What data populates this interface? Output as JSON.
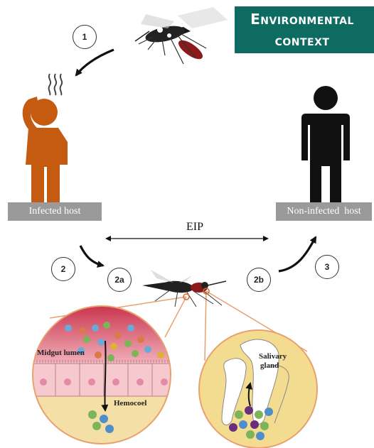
{
  "banner": {
    "line1": "Environmental",
    "line2": "context"
  },
  "steps": {
    "s1": "1",
    "s2": "2",
    "s2a": "2a",
    "s2b": "2b",
    "s3": "3"
  },
  "hosts": {
    "infected": "Infected host",
    "noninfected": "Non-infected  host"
  },
  "eip_label": "EIP",
  "midgut": {
    "lumen": "Midgut lumen",
    "hemocoel": "Hemocoel"
  },
  "salivary": {
    "line1": "Salivary",
    "line2": "gland"
  },
  "colors": {
    "banner": "#0e6b62",
    "infected_host": "#c55a11",
    "noninfected_host": "#111111",
    "label_box": "#9a9a9a",
    "midgut_circle": "#f4e0a6",
    "salivary_circle": "#f3dc90",
    "connector_lines": "#e8a070"
  },
  "icons": [
    "mosquito-icon",
    "sick-person-icon",
    "healthy-person-icon",
    "heat-waves-icon",
    "virus-particle-icon"
  ]
}
